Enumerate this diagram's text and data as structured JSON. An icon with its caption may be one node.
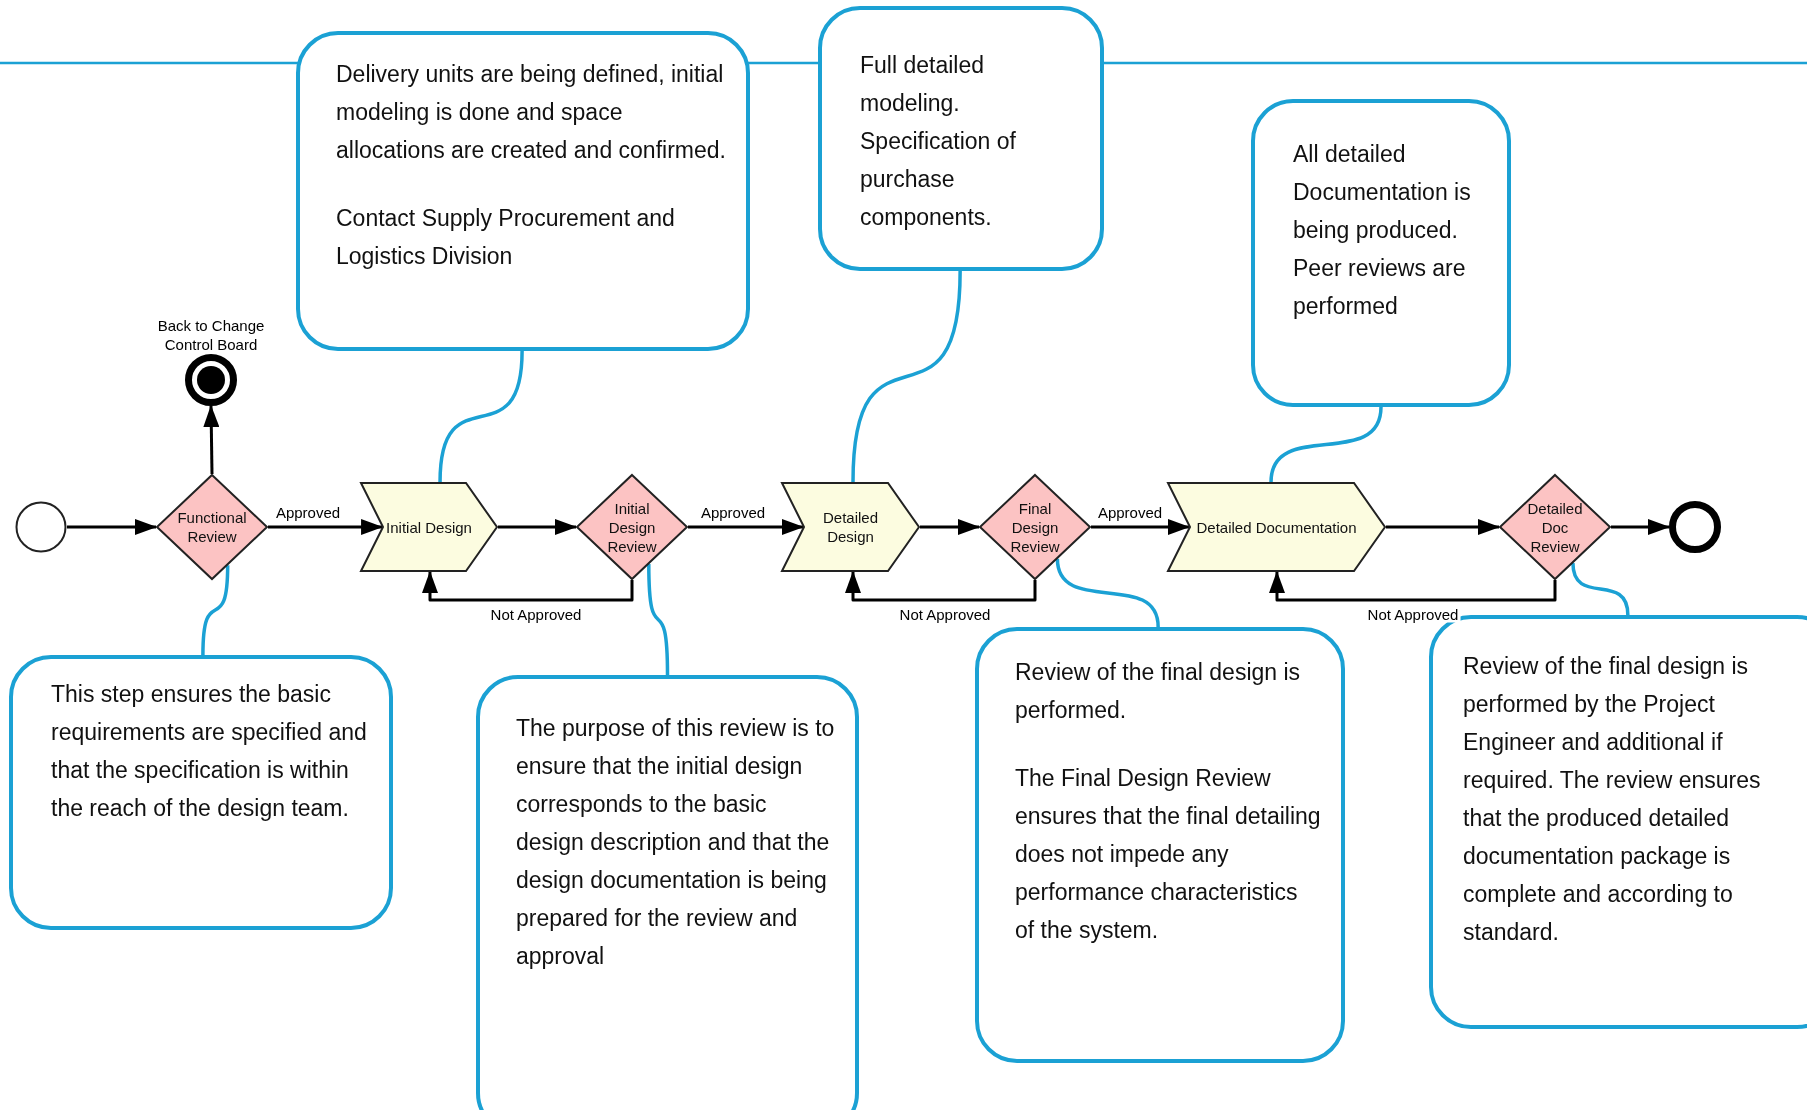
{
  "diagram": {
    "nodes": [
      {
        "text": [],
        "shape": "circle"
      },
      {
        "text": [
          "Functional Review"
        ]
      },
      {
        "text": [],
        "shape": "circle",
        "beside": [
          "Back to Change Control Board"
        ]
      },
      {
        "text": [
          "Initial Design"
        ]
      },
      {
        "text": [
          "Initial Design Review"
        ]
      },
      {
        "text": [
          "Detailed Design"
        ]
      },
      {
        "text": [
          "Final Design Review"
        ]
      },
      {
        "text": [
          "Detailed Documentation"
        ]
      },
      {
        "text": [
          "Detailed Doc Review"
        ]
      },
      {
        "text": [],
        "shape": "circle"
      },
      {
        "text": [
          "Delivery units are being defined, initial modeling is done and space allocations are created and confirmed.",
          "Contact Supply Procurement and Logistics Division"
        ]
      },
      {
        "text": [
          "Full detailed modeling. Specification of purchase components."
        ]
      },
      {
        "text": [
          "All detailed Documentation is being produced. Peer reviews are performed"
        ]
      },
      {
        "text": [
          "This step ensures the basic requirements are specified and that the specification is within the reach of the design team."
        ]
      },
      {
        "text": [
          "The purpose of this review is to ensure that the initial design corresponds to the basic design description and that the design documentation is being prepared for the review and approval"
        ]
      },
      {
        "text": [
          "Review of the final design is performed.",
          "The Final Design Review ensures that the final detailing does not impede any performance characteristics of the system."
        ]
      },
      {
        "text": [
          "Review of the final design is performed by the Project Engineer and additional if required. The review ensures that the produced detailed documentation package is complete and according to standard."
        ]
      }
    ],
    "edges": [
      {
        "from": 0,
        "to": 1,
        "arrow": "to"
      },
      {
        "from": 1,
        "to": 2,
        "arrow": "to"
      },
      {
        "from": 1,
        "to": 3,
        "arrow": "to",
        "label": "Approved"
      },
      {
        "from": 3,
        "to": 4,
        "arrow": "to"
      },
      {
        "from": 4,
        "to": 5,
        "arrow": "to",
        "label": "Approved"
      },
      {
        "from": 4,
        "to": 3,
        "arrow": "to",
        "label": "Not Approved"
      },
      {
        "from": 5,
        "to": 6,
        "arrow": "to"
      },
      {
        "from": 6,
        "to": 7,
        "arrow": "to",
        "label": "Approved"
      },
      {
        "from": 6,
        "to": 5,
        "arrow": "to",
        "label": "Not Approved"
      },
      {
        "from": 7,
        "to": 8,
        "arrow": "to"
      },
      {
        "from": 8,
        "to": 7,
        "arrow": "to",
        "label": "Not Approved"
      },
      {
        "from": 8,
        "to": 9,
        "arrow": "to"
      },
      {
        "from": 10,
        "to": 3,
        "arrow": "none",
        "color": "#1ba1d4"
      },
      {
        "from": 11,
        "to": 5,
        "arrow": "none",
        "color": "#1ba1d4"
      },
      {
        "from": 12,
        "to": 7,
        "arrow": "none",
        "color": "#1ba1d4"
      },
      {
        "from": 13,
        "to": 1,
        "arrow": "none",
        "color": "#1ba1d4"
      },
      {
        "from": 14,
        "to": 4,
        "arrow": "none",
        "color": "#1ba1d4"
      },
      {
        "from": 15,
        "to": 6,
        "arrow": "none",
        "color": "#1ba1d4"
      },
      {
        "from": 16,
        "to": 8,
        "arrow": "none",
        "color": "#1ba1d4"
      }
    ]
  }
}
